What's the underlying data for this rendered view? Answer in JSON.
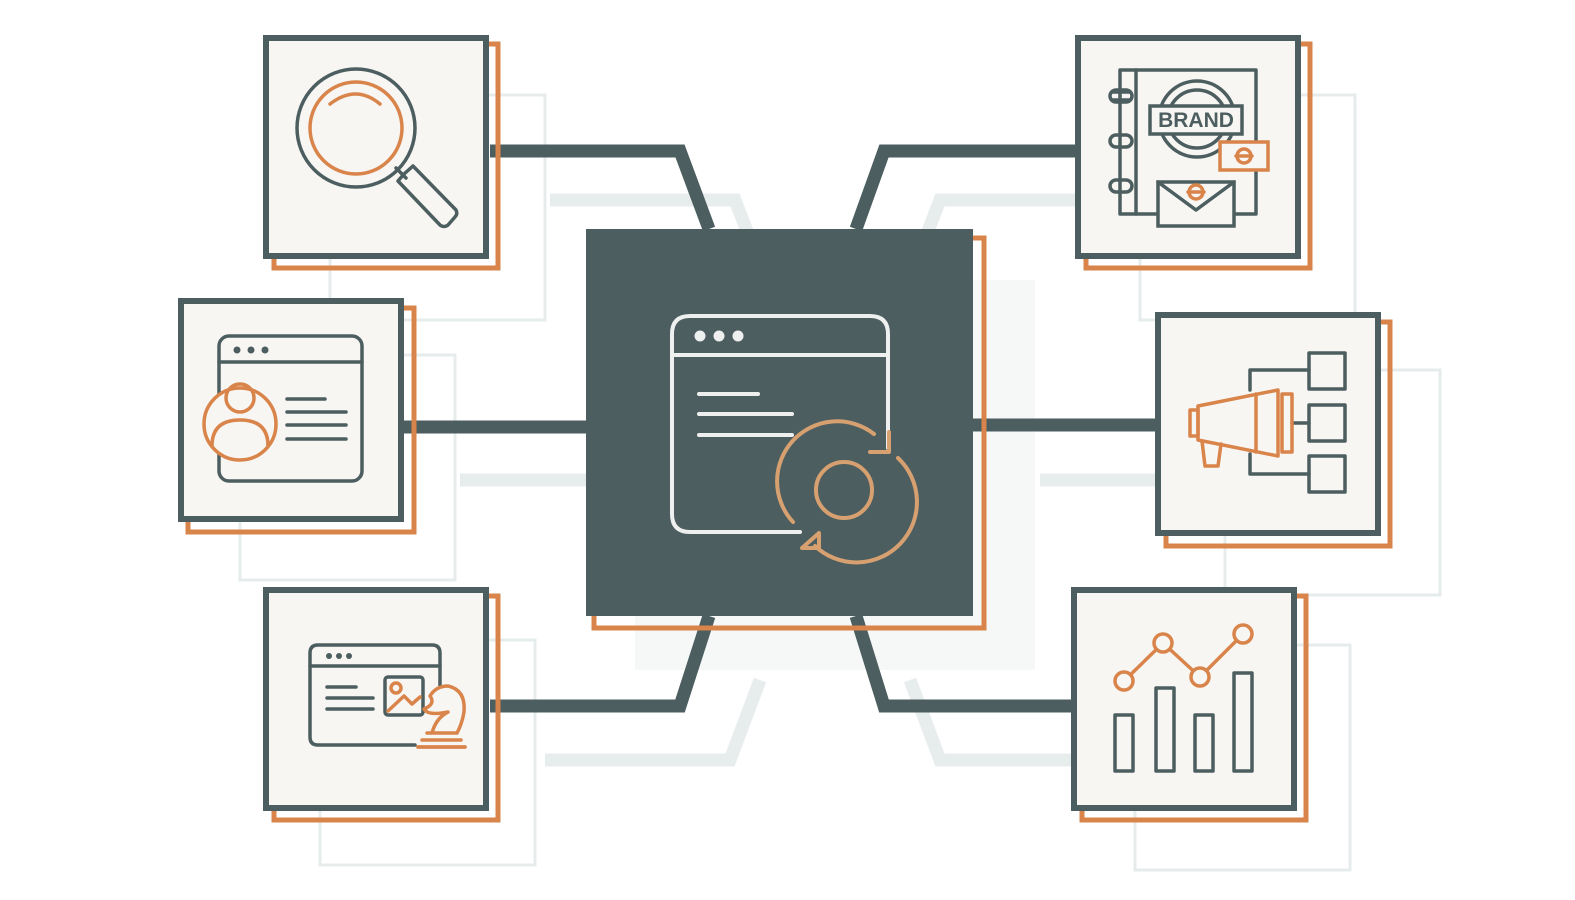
{
  "diagram": {
    "center": {
      "icon": "browser-refresh-icon"
    },
    "nodes": [
      {
        "id": "research",
        "icon": "magnifying-glass-icon"
      },
      {
        "id": "profile",
        "icon": "user-profile-page-icon"
      },
      {
        "id": "strategy",
        "icon": "web-content-strategy-icon"
      },
      {
        "id": "brand",
        "icon": "brand-book-icon",
        "label": "BRAND"
      },
      {
        "id": "marketing",
        "icon": "megaphone-hierarchy-icon"
      },
      {
        "id": "analytics",
        "icon": "growth-chart-icon"
      }
    ]
  },
  "colors": {
    "dark": "#4c5e5f",
    "accent": "#d9844a",
    "accent_light": "#d7a070",
    "panel": "#f8f6f3",
    "shadow": "#e6ecec"
  }
}
